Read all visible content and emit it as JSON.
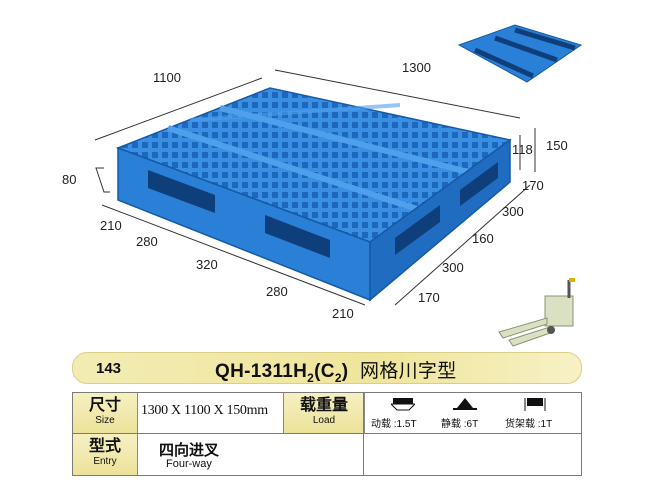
{
  "dimensions": {
    "top_1100": "1100",
    "top_1300": "1300",
    "h_118": "118",
    "h_150": "150",
    "left_80": "80",
    "front_210a": "210",
    "front_280a": "280",
    "front_320": "320",
    "front_280b": "280",
    "front_210b": "210",
    "side_170a": "170",
    "side_300a": "300",
    "side_160": "160",
    "side_300b": "300",
    "side_170b": "170"
  },
  "product": {
    "number": "143",
    "model_main": "QH-1311H",
    "model_sub1": "2",
    "model_mid": "(C",
    "model_sub2": "2",
    "model_end": ")",
    "model_cn": "网格川字型"
  },
  "specs": {
    "size_label_cn": "尺寸",
    "size_label_en": "Size",
    "size_value": "1300 X 1100 X 150mm",
    "load_label_cn": "载重量",
    "load_label_en": "Load",
    "dynamic": "动载 :1.5T",
    "static": "静载 :6T",
    "racking": "货架载 :1T",
    "entry_label_cn": "型式",
    "entry_label_en": "Entry",
    "entry_value_cn": "四向进叉",
    "entry_value_en": "Four-way"
  },
  "colors": {
    "pallet": "#2a7fd6",
    "banner": "#efe59b"
  }
}
